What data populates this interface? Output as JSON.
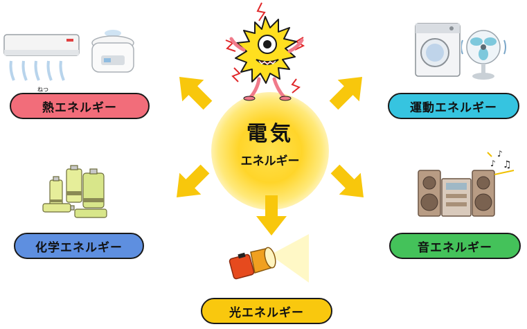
{
  "center": {
    "title": "電気",
    "subtitle": "エネルギー"
  },
  "labels": {
    "heat": "熱エネルギー",
    "heat_ruby": "ねつ",
    "motion": "運動エネルギー",
    "chemical": "化学エネルギー",
    "sound": "音エネルギー",
    "light": "光エネルギー"
  },
  "colors": {
    "heat": "#f26d7a",
    "motion": "#36c4e0",
    "chemical": "#5e8fe0",
    "sound": "#44c25a",
    "light": "#f9c80e",
    "arrow": "#f8c70c"
  },
  "icons": [
    "air-conditioner-icon",
    "rice-cooker-icon",
    "washing-machine-icon",
    "fan-icon",
    "batteries-icon",
    "stereo-icon",
    "flashlight-icon",
    "electricity-character-icon",
    "music-notes-icon"
  ]
}
